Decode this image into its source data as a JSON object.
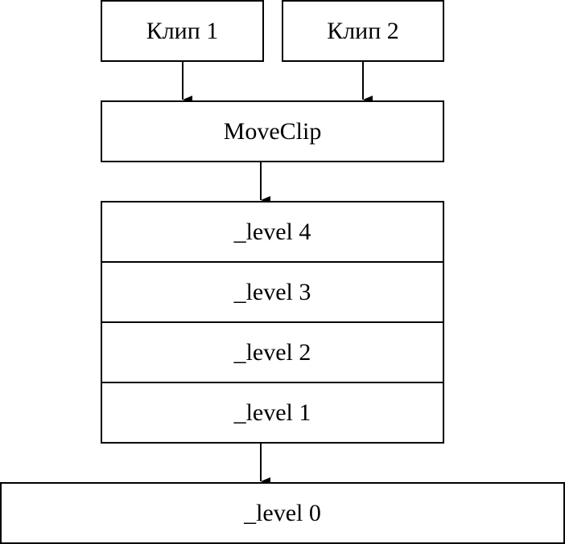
{
  "diagram": {
    "clip1": "Клип 1",
    "clip2": "Клип 2",
    "moveclip": "MoveClip",
    "levels": [
      "_level 4",
      "_level 3",
      "_level 2",
      "_level 1"
    ],
    "level0": "_level 0"
  }
}
